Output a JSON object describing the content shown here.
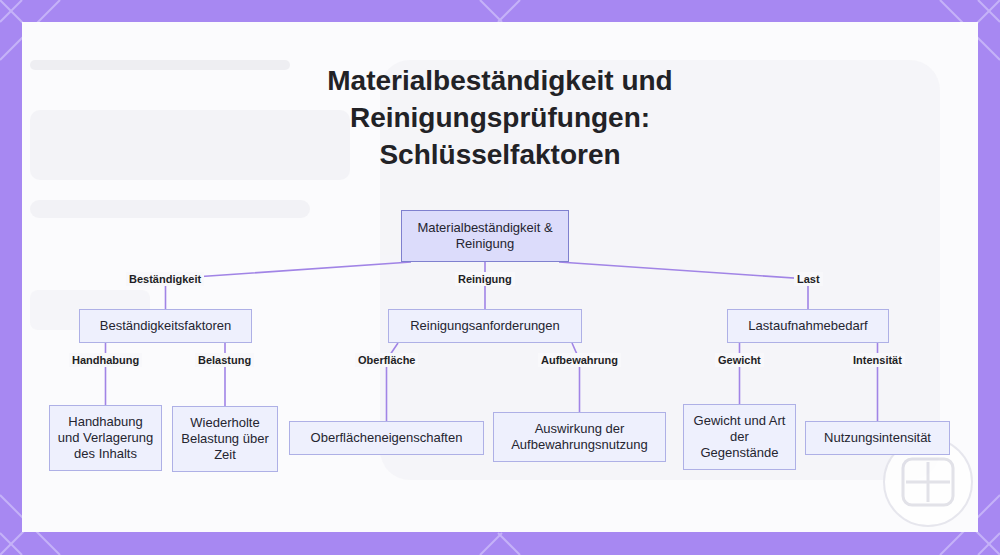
{
  "diagram": {
    "title": "Materialbeständigkeit und Reinigungsprüfungen: Schlüsselfaktoren",
    "nodes": [
      {
        "text": [
          "Materialbeständigkeit & Reinigung"
        ]
      },
      {
        "text": [
          "Beständigkeitsfaktoren"
        ]
      },
      {
        "text": [
          "Reinigungsanforderungen"
        ]
      },
      {
        "text": [
          "Lastaufnahmebedarf"
        ]
      },
      {
        "text": [
          "Handhabung und Verlagerung des Inhalts"
        ]
      },
      {
        "text": [
          "Wiederholte Belastung über Zeit"
        ]
      },
      {
        "text": [
          "Oberflächeneigenschaften"
        ]
      },
      {
        "text": [
          "Auswirkung der Aufbewahrungsnutzung"
        ]
      },
      {
        "text": [
          "Gewicht und Art der Gegenstände"
        ]
      },
      {
        "text": [
          "Nutzungsintensität"
        ]
      }
    ],
    "edges": [
      {
        "from": 0,
        "to": 1,
        "arrow": "none",
        "label": "Beständigkeit"
      },
      {
        "from": 0,
        "to": 2,
        "arrow": "none",
        "label": "Reinigung"
      },
      {
        "from": 0,
        "to": 3,
        "arrow": "none",
        "label": "Last"
      },
      {
        "from": 1,
        "to": 4,
        "arrow": "none",
        "label": "Handhabung"
      },
      {
        "from": 1,
        "to": 5,
        "arrow": "none",
        "label": "Belastung"
      },
      {
        "from": 2,
        "to": 6,
        "arrow": "none",
        "label": "Oberfläche"
      },
      {
        "from": 2,
        "to": 7,
        "arrow": "none",
        "label": "Aufbewahrung"
      },
      {
        "from": 3,
        "to": 8,
        "arrow": "none",
        "label": "Gewicht"
      },
      {
        "from": 3,
        "to": 9,
        "arrow": "none",
        "label": "Intensität"
      }
    ]
  }
}
